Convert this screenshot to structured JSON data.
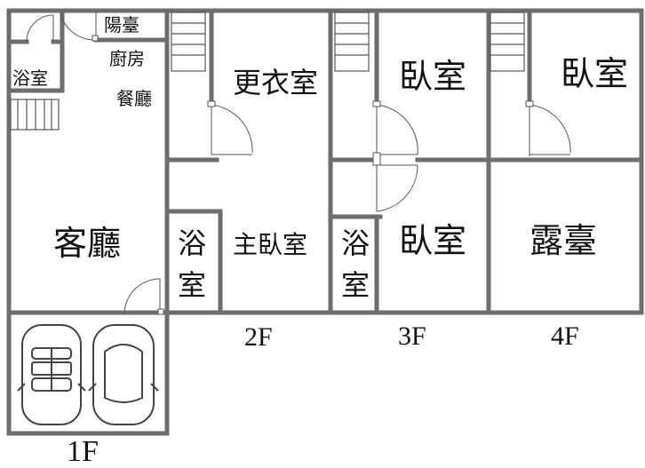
{
  "rooms": {
    "balcony_1f": "陽臺",
    "kitchen": "廚房",
    "dining": "餐廳",
    "bath_1f": "浴室",
    "living": "客廳",
    "dressing": "更衣室",
    "master_bed": "主臥室",
    "bath_2f_top": "浴",
    "bath_2f_bottom": "室",
    "bed_3f_top": "臥室",
    "bed_3f_bottom": "臥室",
    "bath_3f_top": "浴",
    "bath_3f_bottom": "室",
    "bed_4f": "臥室",
    "terrace_4f": "露臺"
  },
  "floors": {
    "f1": "1F",
    "f2": "2F",
    "f3": "3F",
    "f4": "4F"
  },
  "colors": {
    "wall": "#6e6e6e",
    "line": "#555555",
    "background": "#ffffff"
  }
}
